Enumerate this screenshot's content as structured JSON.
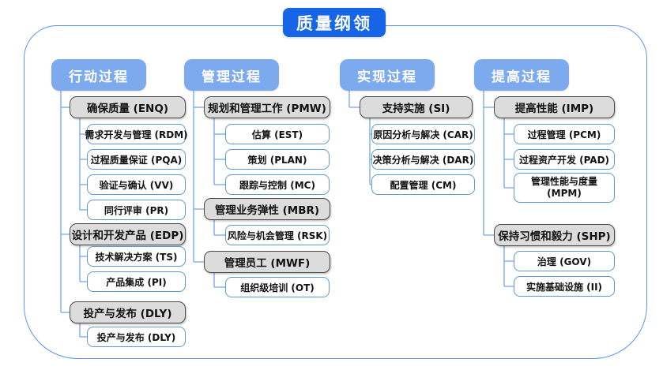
{
  "title": "质量纲领",
  "columns": [
    {
      "header": "行动过程",
      "groups": [
        {
          "label": "确保质量 (ENQ)",
          "children": [
            "需求开发与管理 (RDM)",
            "过程质量保证 (PQA)",
            "验证与确认 (VV)",
            "同行评审 (PR)"
          ]
        },
        {
          "label": "设计和开发产品 (EDP)",
          "children": [
            "技术解决方案 (TS)",
            "产品集成 (PI)"
          ]
        },
        {
          "label": "投产与发布 (DLY)",
          "children": [
            "投产与发布 (DLY)"
          ]
        }
      ]
    },
    {
      "header": "管理过程",
      "groups": [
        {
          "label": "规划和管理工作 (PMW)",
          "children": [
            "估算 (EST)",
            "策划 (PLAN)",
            "跟踪与控制 (MC)"
          ]
        },
        {
          "label": "管理业务弹性 (MBR)",
          "children": [
            "风险与机会管理 (RSK)"
          ]
        },
        {
          "label": "管理员工 (MWF)",
          "children": [
            "组织级培训 (OT)"
          ]
        }
      ]
    },
    {
      "header": "实现过程",
      "groups": [
        {
          "label": "支持实施 (SI)",
          "children": [
            "原因分析与解决 (CAR)",
            "决策分析与解决 (DAR)",
            "配置管理 (CM)"
          ]
        }
      ]
    },
    {
      "header": "提高过程",
      "groups": [
        {
          "label": "提高性能 (IMP)",
          "children": [
            "过程管理 (PCM)",
            "过程资产开发 (PAD)",
            "管理性能与度量 (MPM)"
          ]
        },
        {
          "label": "保持习惯和毅力 (SHP)",
          "children": [
            "治理 (GOV)",
            "实施基础设施 (II)"
          ]
        }
      ]
    }
  ],
  "colors": {
    "title_bg": "#1565e6",
    "title_text": "#ffffff",
    "header_bg": "#7da9ee",
    "header_text": "#ffffff",
    "group_fill": "#dcdcdc",
    "group_border": "#4a4a4a",
    "leaf_fill": "#ffffff",
    "leaf_border": "#5b9bd5",
    "connector": "#74a5ee",
    "frame_border": "#5b96f0",
    "node_text": "#111111"
  }
}
